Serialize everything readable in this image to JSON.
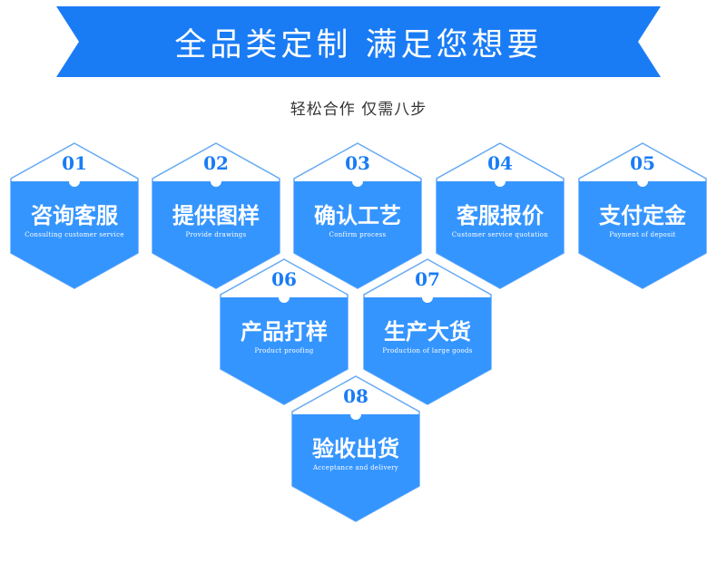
{
  "banner": {
    "title": "全品类定制 满足您想要",
    "color": "#1a7cf5"
  },
  "subtitle": "轻松合作 仅需八步",
  "colors": {
    "hex_fill": "#3595ff",
    "hex_outline": "#66aaf5",
    "number": "#1a7cf5"
  },
  "steps": [
    {
      "number": "01",
      "title": "咨询客服",
      "caption": "Consulting customer service"
    },
    {
      "number": "02",
      "title": "提供图样",
      "caption": "Provide drawings"
    },
    {
      "number": "03",
      "title": "确认工艺",
      "caption": "Confirm process"
    },
    {
      "number": "04",
      "title": "客服报价",
      "caption": "Customer service quotation"
    },
    {
      "number": "05",
      "title": "支付定金",
      "caption": "Payment of deposit"
    },
    {
      "number": "06",
      "title": "产品打样",
      "caption": "Product proofing"
    },
    {
      "number": "07",
      "title": "生产大货",
      "caption": "Production of large goods"
    },
    {
      "number": "08",
      "title": "验收出货",
      "caption": "Acceptance and delivery"
    }
  ]
}
